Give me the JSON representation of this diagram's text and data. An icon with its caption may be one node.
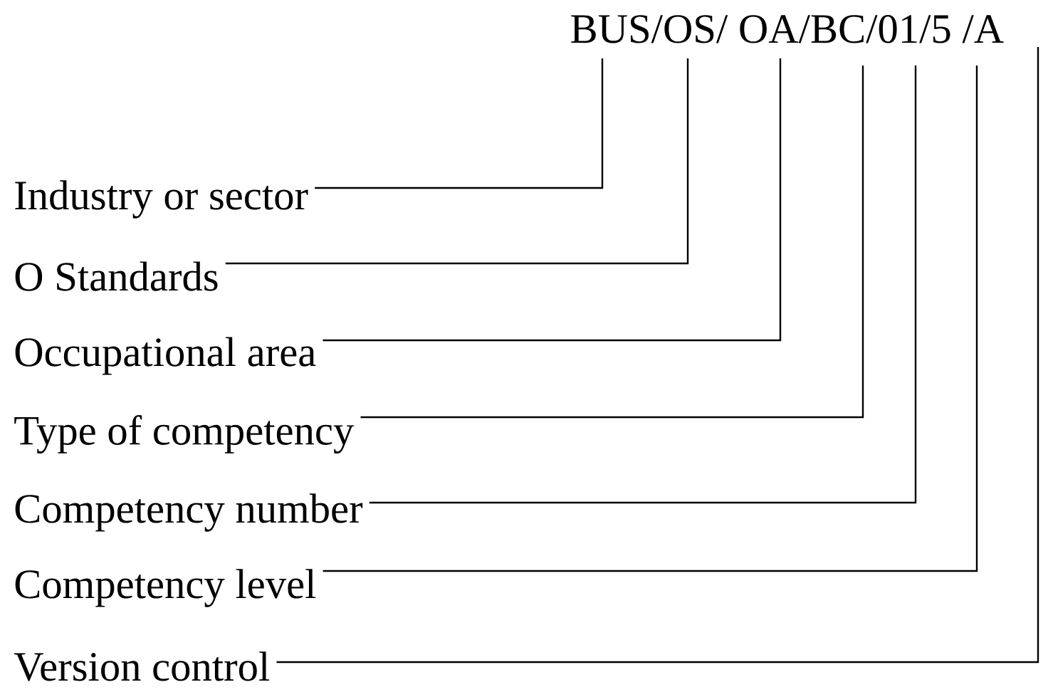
{
  "diagram": {
    "nodes": [
      {
        "text": [
          "Industry or sector"
        ]
      },
      {
        "text": [
          "O Standards"
        ]
      },
      {
        "text": [
          "Occupational area"
        ]
      },
      {
        "text": [
          "Type of competency"
        ]
      },
      {
        "text": [
          "Competency number"
        ]
      },
      {
        "text": [
          "Competency level"
        ]
      },
      {
        "text": [
          "Version control"
        ]
      }
    ],
    "edges": [
      {
        "from": 0,
        "to": null,
        "arrow": "none"
      },
      {
        "from": 1,
        "to": null,
        "arrow": "none"
      },
      {
        "from": 2,
        "to": null,
        "arrow": "none"
      },
      {
        "from": 3,
        "to": null,
        "arrow": "none"
      },
      {
        "from": 4,
        "to": null,
        "arrow": "none"
      },
      {
        "from": 5,
        "to": null,
        "arrow": "none"
      },
      {
        "from": 6,
        "to": null,
        "arrow": "none"
      }
    ],
    "labels": [
      "BUS/OS/ OA/BC/01/5 /A"
    ]
  }
}
